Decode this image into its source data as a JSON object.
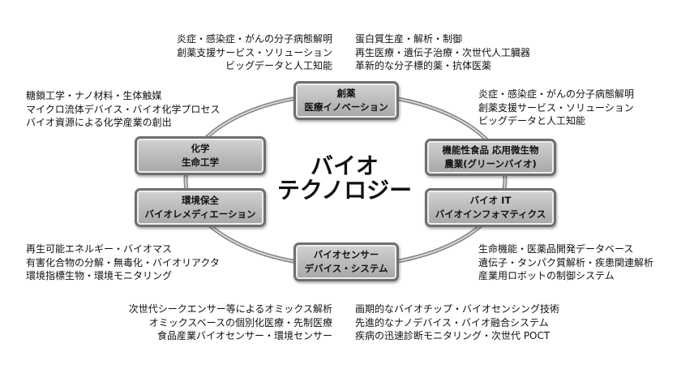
{
  "center": {
    "line1": "バイオ",
    "line2": "テクノロジー"
  },
  "nodes": [
    {
      "id": "drug-discovery",
      "lines": [
        "創薬",
        "医療イノベーション"
      ]
    },
    {
      "id": "functional-food",
      "lines": [
        "機能性食品 応用微生物",
        "農業(グリーンバイオ)"
      ]
    },
    {
      "id": "bio-it",
      "lines": [
        "バイオ IT",
        "バイオインフォマティクス"
      ]
    },
    {
      "id": "biosensor",
      "lines": [
        "バイオセンサー",
        "デバイス・システム"
      ]
    },
    {
      "id": "environment",
      "lines": [
        "環境保全",
        "バイオレメディエーション"
      ]
    },
    {
      "id": "chemistry",
      "lines": [
        "化学",
        "生命工学"
      ]
    }
  ],
  "notes": {
    "top_left": [
      "炎症・感染症・がんの分子病態解明",
      "創薬支援サービス・ソリューション",
      "ビッグデータと人工知能"
    ],
    "top_right": [
      "蛋白質生産・解析・制御",
      "再生医療・遺伝子治療・次世代人工臓器",
      "革新的な分子標的薬・抗体医薬"
    ],
    "upper_right": [
      "炎症・感染症・がんの分子病態解明",
      "創薬支援サービス・ソリューション",
      "ビッグデータと人工知能"
    ],
    "upper_left": [
      "糖鎖工学・ナノ材料・生体触媒",
      "マイクロ流体デバイス・バイオ化学プロセス",
      "バイオ資源による化学産業の創出"
    ],
    "lower_left": [
      "再生可能エネルギー・バイオマス",
      "有害化合物の分解・無毒化・バイオリアクタ",
      "環境指標生物・環境モニタリング"
    ],
    "lower_right": [
      "生命機能・医薬品開発データベース",
      "遺伝子・タンパク質解析・疾患関連解析",
      "産業用ロボットの制御システム"
    ],
    "bottom_left": [
      "次世代シークエンサー等によるオミックス解析",
      "オミックスベースの個別化医療・先制医療",
      "食品産業バイオセンサー・環境センサー"
    ],
    "bottom_right": [
      "画期的なバイオチップ・バイオセンシング技術",
      "先進的なナノデバイス・バイオ融合システム",
      "疾病の迅速診断モニタリング・次世代 POCT"
    ]
  }
}
